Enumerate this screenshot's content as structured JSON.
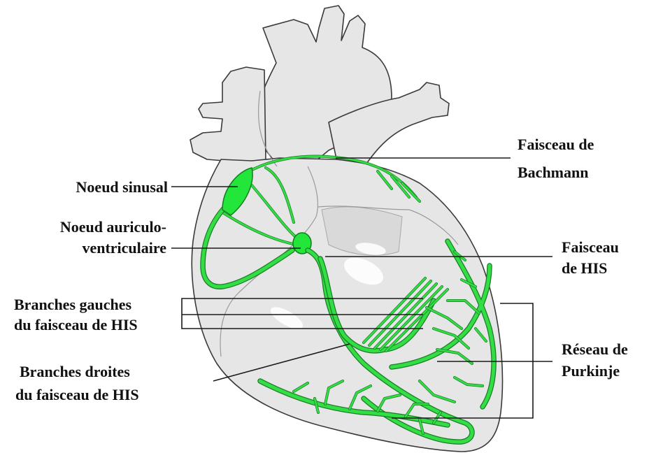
{
  "labels": {
    "bachmann_1": "Faisceau de",
    "bachmann_2": "Bachmann",
    "sinusal": "Noeud sinusal",
    "av_1": "Noeud auriculo-",
    "av_2": "ventriculaire",
    "his_1": "Faisceau",
    "his_2": "de HIS",
    "gauches_1": "Branches gauches",
    "gauches_2": "du faisceau de HIS",
    "droites_1": "Branches droites",
    "droites_2": "du faisceau de HIS",
    "purkinje_1": "Réseau de",
    "purkinje_2": "Purkinje"
  },
  "colors": {
    "conduction": "#33dd44",
    "heart_fill": "#e6e6e6",
    "outline": "#3a3a3a"
  }
}
